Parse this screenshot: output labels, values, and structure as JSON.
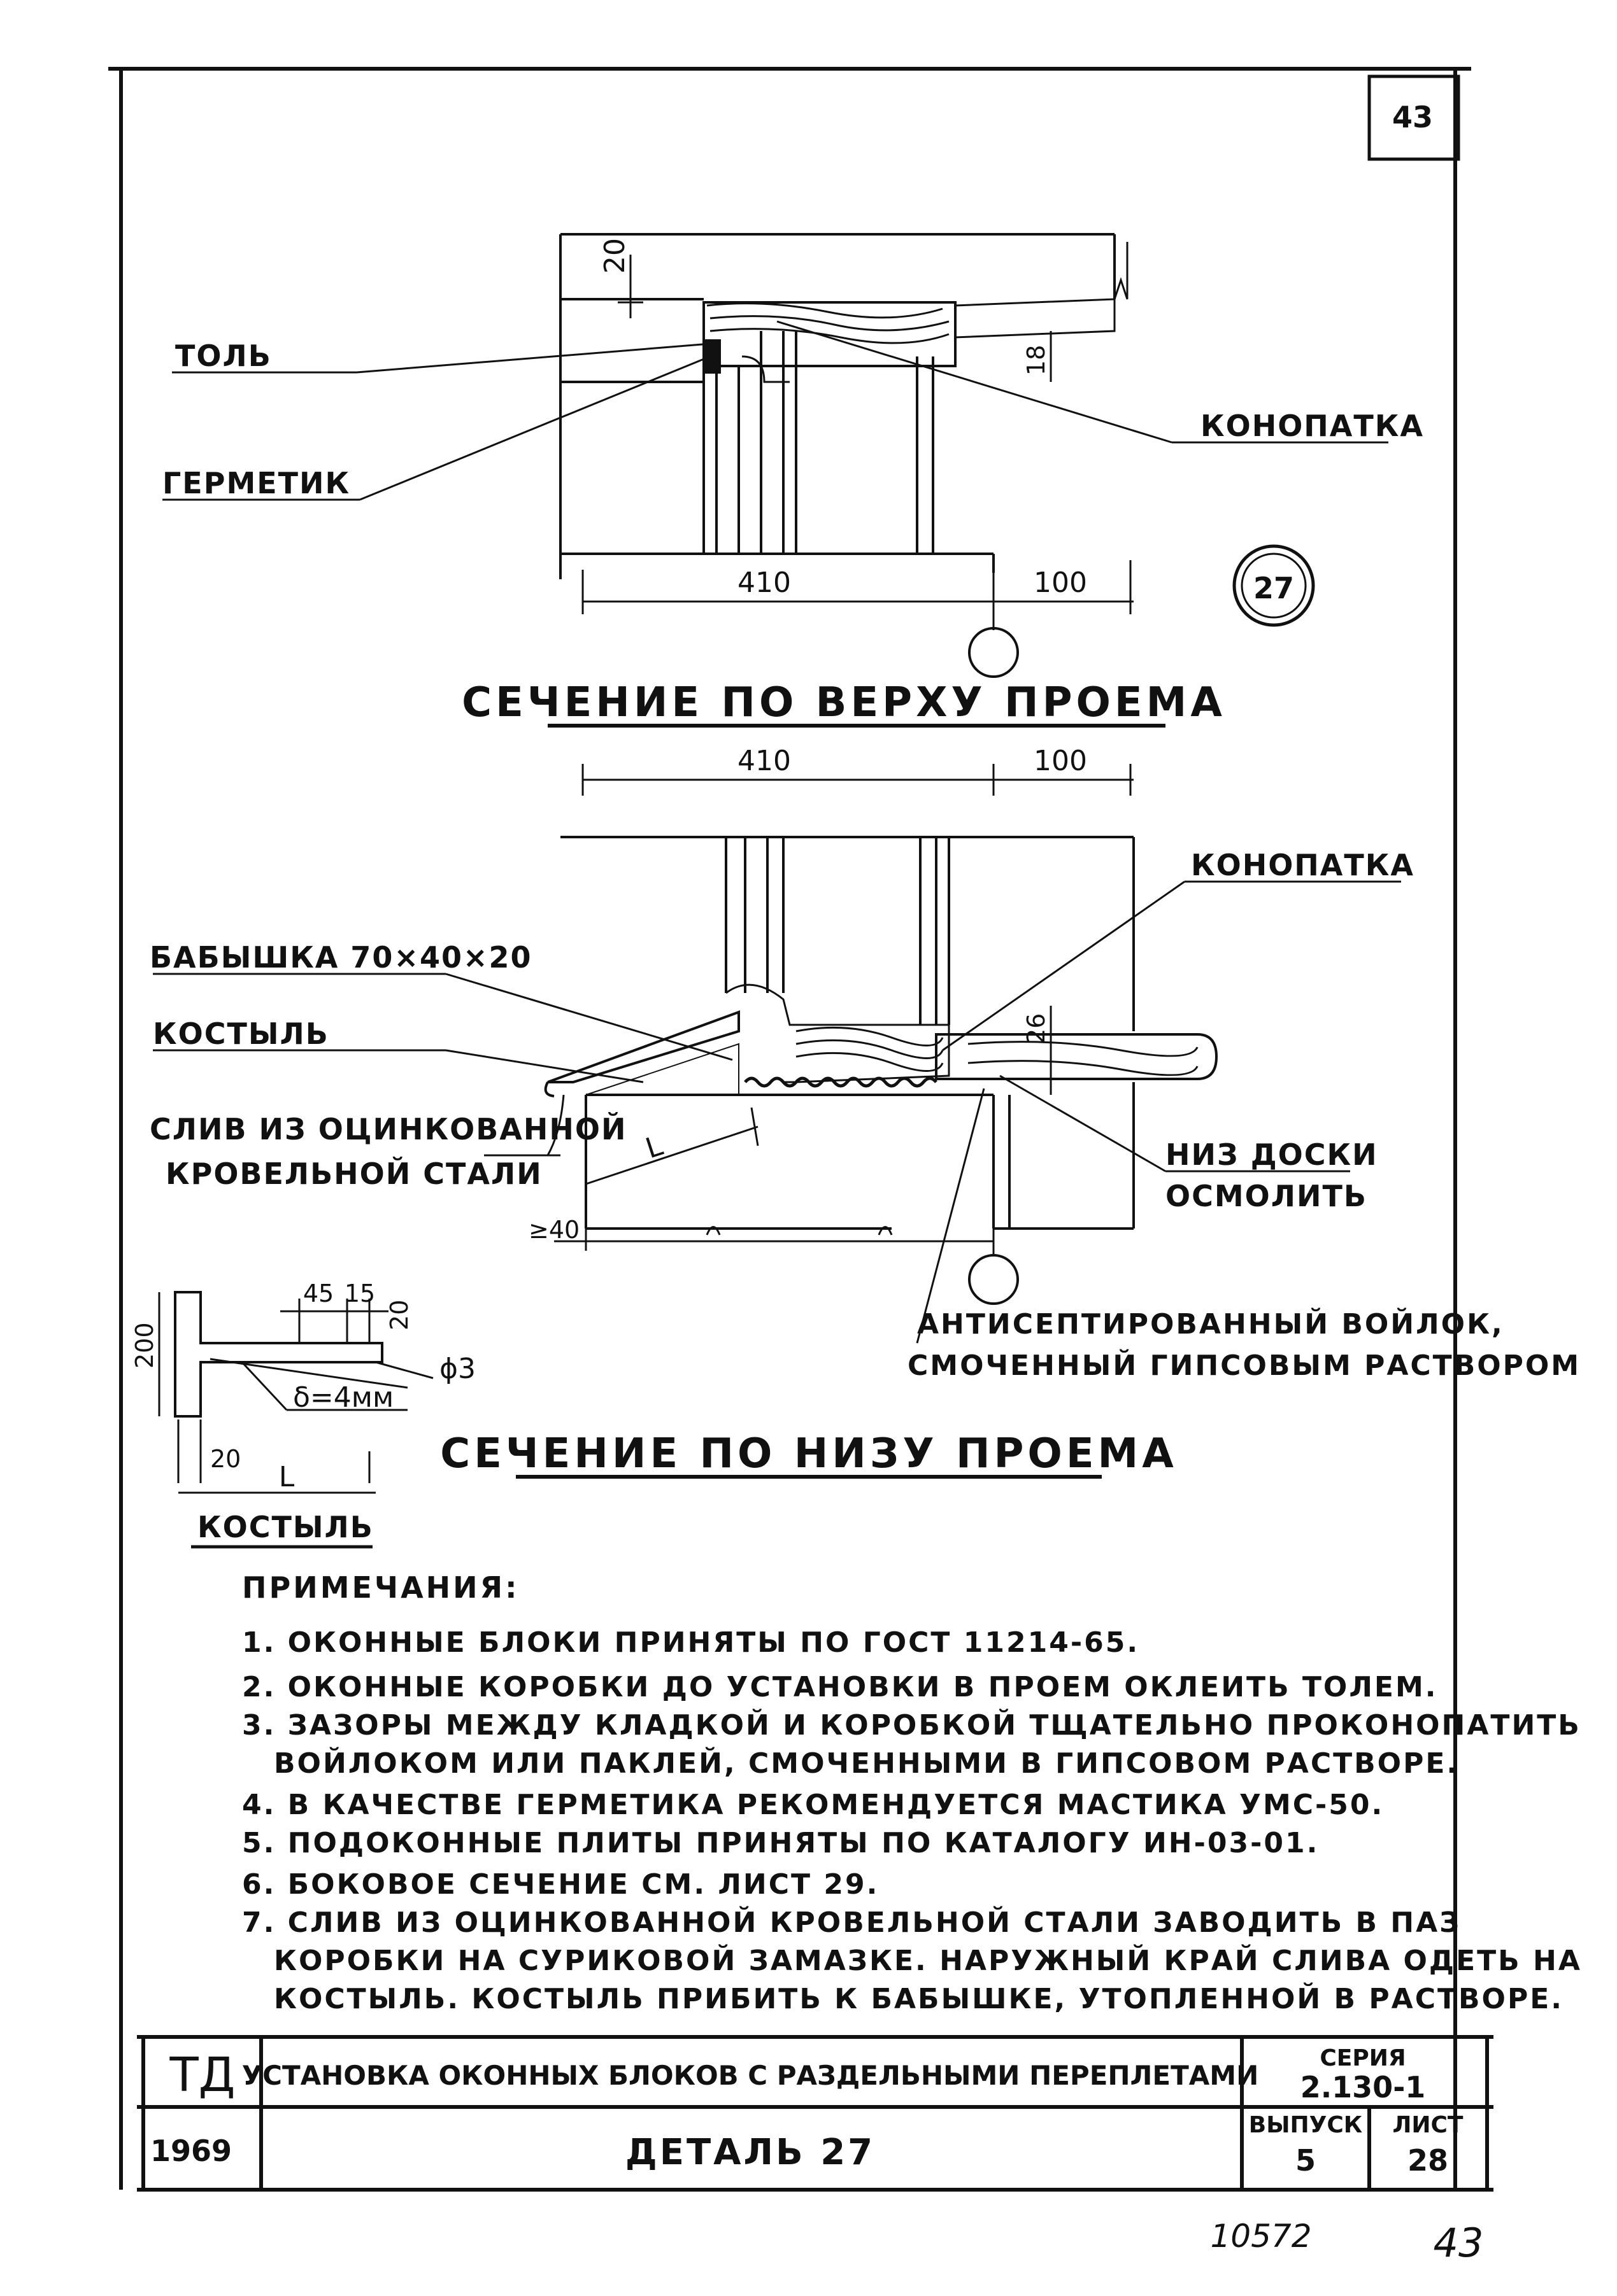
{
  "page_number_box": "43",
  "top_section": {
    "title": "СЕЧЕНИЕ ПО ВЕРХУ ПРОЕМА",
    "labels": {
      "tol": "ТОЛЬ",
      "germetik": "ГЕРМЕТИК",
      "konopatka": "КОНОПАТКА"
    },
    "dims": {
      "d20": "20",
      "d18": "18",
      "d410": "410",
      "d100": "100"
    },
    "detail_marker": "27"
  },
  "bottom_section": {
    "title": "СЕЧЕНИЕ ПО НИЗУ ПРОЕМА",
    "labels": {
      "konopatka": "КОНОПАТКА",
      "babyshka": "БАБЫШКА 70×40×20",
      "kostyl": "КОСТЫЛЬ",
      "sliv_line1": "СЛИВ ИЗ ОЦИНКОВАННОЙ",
      "sliv_line2": "КРОВЕЛЬНОЙ СТАЛИ",
      "niz_line1": "НИЗ ДОСКИ",
      "niz_line2": "ОСМОЛИТЬ",
      "voylok_line1": "АНТИСЕПТИРОВАННЫЙ ВОЙЛОК,",
      "voylok_line2": "СМОЧЕННЫЙ ГИПСОВЫМ РАСТВОРОМ"
    },
    "dims": {
      "d410": "410",
      "d100": "100",
      "d26": "26",
      "dL": "L",
      "d40": "≥40"
    }
  },
  "kostyl_detail": {
    "caption": "КОСТЫЛЬ",
    "dims": {
      "d45": "45",
      "d15": "15",
      "d20v": "20",
      "d200": "200",
      "phi": "ϕ3",
      "delta": "δ=4мм",
      "d20h": "20",
      "dL": "L"
    }
  },
  "notes": {
    "heading": "ПРИМЕЧАНИЯ:",
    "items": [
      "1. ОКОННЫЕ БЛОКИ ПРИНЯТЫ ПО ГОСТ 11214-65.",
      "2. ОКОННЫЕ КОРОБКИ ДО УСТАНОВКИ В ПРОЕМ ОКЛЕИТЬ ТОЛЕМ.",
      "3. ЗАЗОРЫ МЕЖДУ КЛАДКОЙ И КОРОБКОЙ ТЩАТЕЛЬНО ПРОКОНОПАТИТЬ",
      "ВОЙЛОКОМ ИЛИ ПАКЛЕЙ, СМОЧЕННЫМИ В ГИПСОВОМ РАСТВОРЕ.",
      "4. В КАЧЕСТВЕ ГЕРМЕТИКА РЕКОМЕНДУЕТСЯ МАСТИКА УМС-50.",
      "5. ПОДОКОННЫЕ ПЛИТЫ ПРИНЯТЫ ПО КАТАЛОГУ ИН-03-01.",
      "6. БОКОВОЕ СЕЧЕНИЕ СМ. ЛИСТ 29.",
      "7. СЛИВ ИЗ ОЦИНКОВАННОЙ КРОВЕЛЬНОЙ СТАЛИ ЗАВОДИТЬ В ПАЗ",
      "КОРОБКИ НА СУРИКОВОЙ ЗАМАЗКЕ. НАРУЖНЫЙ КРАЙ СЛИВА ОДЕТЬ НА",
      "КОСТЫЛЬ. КОСТЫЛЬ ПРИБИТЬ К БАБЫШКЕ, УТОПЛЕННОЙ В РАСТВОРЕ."
    ]
  },
  "title_block": {
    "org": "ТД",
    "title": "УСТАНОВКА ОКОННЫХ БЛОКОВ С РАЗДЕЛЬНЫМИ ПЕРЕПЛЕТАМИ",
    "seriya_label": "СЕРИЯ",
    "seriya_value": "2.130-1",
    "year": "1969",
    "detail": "ДЕТАЛЬ 27",
    "vypusk_label": "ВЫПУСК",
    "vypusk_value": "5",
    "list_label": "ЛИСТ",
    "list_value": "28"
  },
  "footer": {
    "stamp_number": "10572",
    "page_number": "43"
  }
}
